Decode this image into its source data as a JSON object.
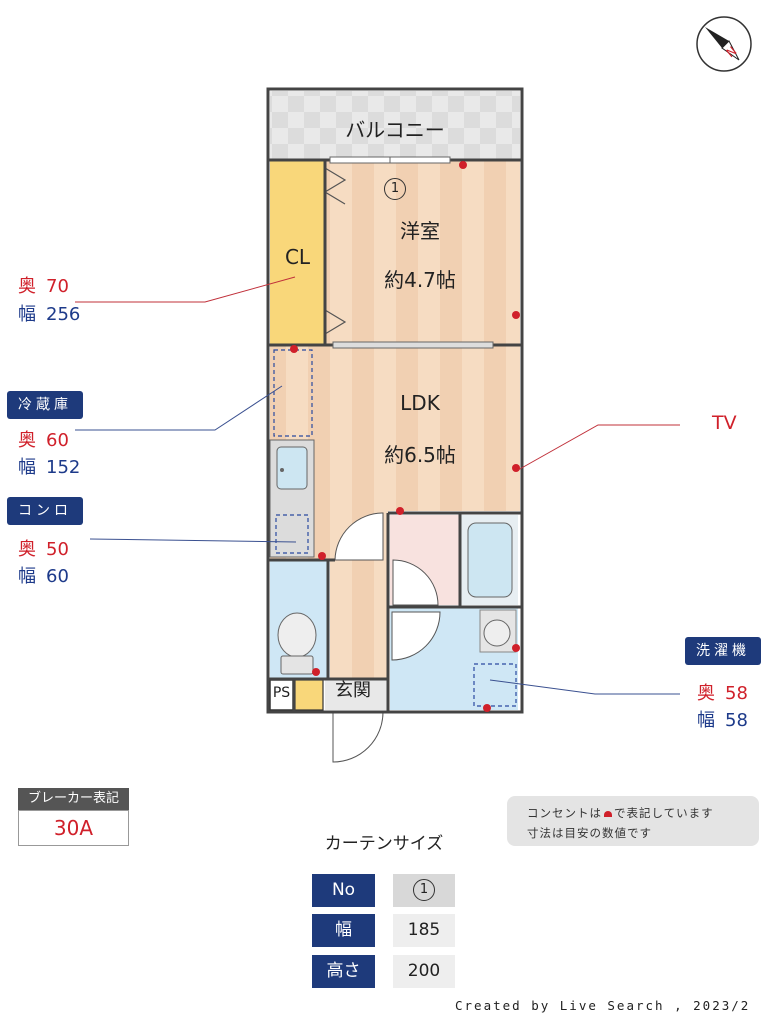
{
  "compass": {
    "label": "N",
    "icon": "compass-icon"
  },
  "rooms": {
    "balcony": "バルコニー",
    "western_room": "洋室",
    "western_room_size": "約4.7帖",
    "closet": "CL",
    "ldk": "LDK",
    "ldk_size": "約6.5帖",
    "entrance": "玄関",
    "ps": "PS",
    "window_no": "1"
  },
  "dimensions": {
    "cl": {
      "depth_label": "奥",
      "depth": "70",
      "width_label": "幅",
      "width": "256"
    },
    "fridge": {
      "title": "冷蔵庫",
      "depth_label": "奥",
      "depth": "60",
      "width_label": "幅",
      "width": "152"
    },
    "stove": {
      "title": "コンロ",
      "depth_label": "奥",
      "depth": "50",
      "width_label": "幅",
      "width": "60"
    },
    "washer": {
      "title": "洗濯機",
      "depth_label": "奥",
      "depth": "58",
      "width_label": "幅",
      "width": "58"
    },
    "tv": {
      "label": "TV"
    }
  },
  "breaker": {
    "title": "ブレーカー表記",
    "value": "30A"
  },
  "note": {
    "line1_pre": "コンセントは",
    "line1_post": "で表記しています",
    "line2": "寸法は目安の数値です"
  },
  "curtain": {
    "title": "カーテンサイズ",
    "rows": [
      {
        "head": "No",
        "value": "1"
      },
      {
        "head": "幅",
        "value": "185"
      },
      {
        "head": "高さ",
        "value": "200"
      }
    ]
  },
  "credit": "Created by Live Search , 2023/2",
  "colors": {
    "navy": "#1e3a7b",
    "red": "#d0202a",
    "blue": "#1d3a8a"
  }
}
